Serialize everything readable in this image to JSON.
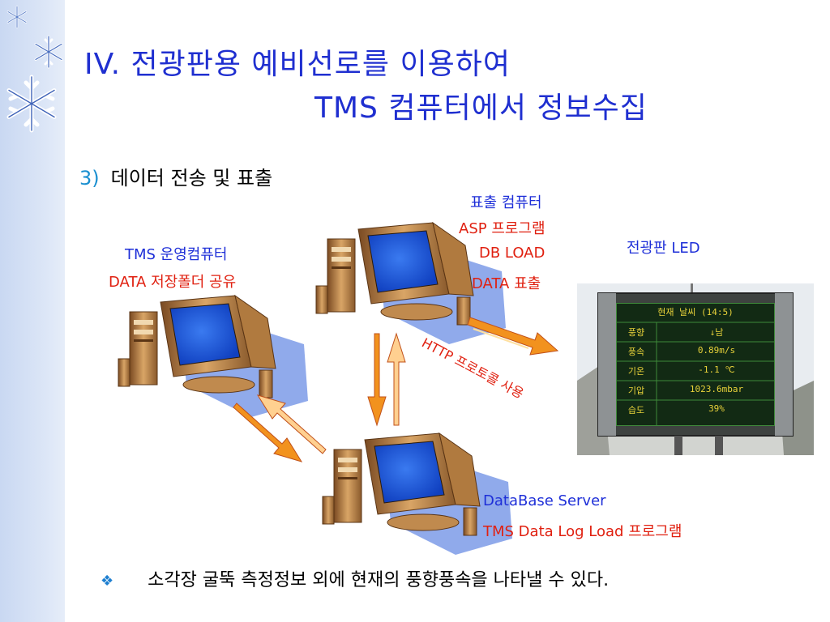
{
  "title": {
    "line1": "IV. 전광판용 예비선로를 이용하여",
    "line2": "TMS 컴퓨터에서 정보수집"
  },
  "section": {
    "number": "3)",
    "label": "데이터 전송 및 표출"
  },
  "tms_computer": {
    "name": "TMS 운영컴퓨터",
    "desc": "DATA 저장폴더 공유"
  },
  "display_computer": {
    "name": "표출 컴퓨터",
    "line2": "ASP 프로그램",
    "line3": "DB LOAD",
    "line4": "DATA 표출"
  },
  "led_label": "전광판 LED",
  "http_label": "HTTP 프로토콜 사용",
  "db_server": {
    "name": "DataBase Server",
    "desc": "TMS Data Log Load 프로그램"
  },
  "led_board": {
    "header": "현재 날씨 (14:5)",
    "rows": [
      {
        "key": "풍향",
        "value": "↓남"
      },
      {
        "key": "풍속",
        "value": "0.89m/s"
      },
      {
        "key": "기온",
        "value": "-1.1 ℃"
      },
      {
        "key": "기압",
        "value": "1023.6mbar"
      },
      {
        "key": "습도",
        "value": "39%"
      }
    ]
  },
  "bottom_note": {
    "bullet": "❖",
    "text": "소각장 굴뚝 측정정보 외에 현재의 풍향풍속을 나타낼 수 있다."
  },
  "colors": {
    "title": "#1f2fd0",
    "blue_text": "#1e2fd8",
    "red_text": "#e02010",
    "arrow": "#f08a20"
  }
}
